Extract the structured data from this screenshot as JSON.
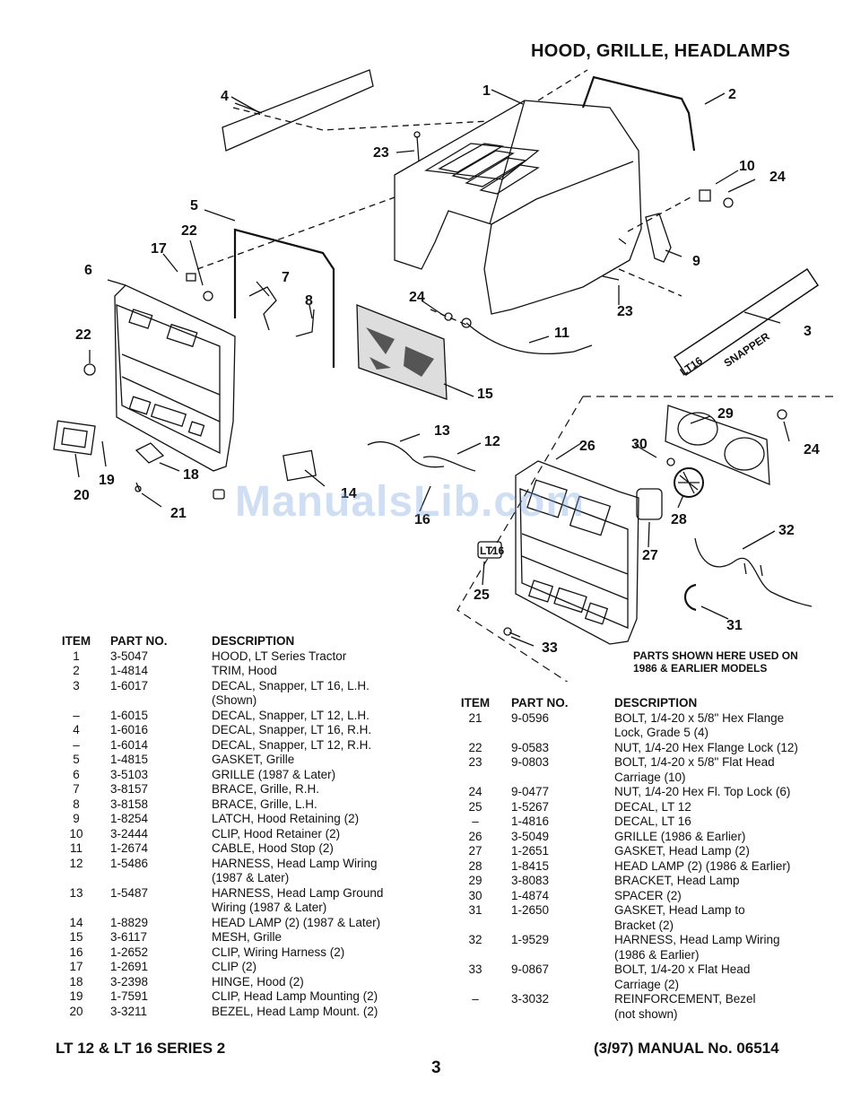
{
  "page": {
    "title": "HOOD, GRILLE, HEADLAMPS",
    "footer_left": "LT 12 & LT 16 SERIES 2",
    "footer_right": "(3/97) MANUAL No. 06514",
    "page_number": "3",
    "watermark": "ManualsLib.com"
  },
  "diagram": {
    "callouts": [
      "1",
      "2",
      "3",
      "4",
      "5",
      "6",
      "7",
      "8",
      "9",
      "10",
      "11",
      "12",
      "13",
      "14",
      "15",
      "16",
      "17",
      "18",
      "19",
      "20",
      "21",
      "22",
      "22",
      "23",
      "23",
      "24",
      "24",
      "24",
      "25",
      "26",
      "27",
      "28",
      "29",
      "30",
      "31",
      "32",
      "33"
    ],
    "decal_text": "SNAPPER",
    "decal_model": "LT16",
    "tag_text": "LT16",
    "note": "PARTS SHOWN HERE USED ON\n1986 & EARLIER MODELS"
  },
  "table_left": {
    "headers": {
      "item": "ITEM",
      "part": "PART NO.",
      "desc": "DESCRIPTION"
    },
    "rows": [
      {
        "item": "1",
        "part": "3-5047",
        "desc": "HOOD, LT Series Tractor"
      },
      {
        "item": "2",
        "part": "1-4814",
        "desc": "TRIM, Hood"
      },
      {
        "item": "3",
        "part": "1-6017",
        "desc": "DECAL, Snapper, LT 16, L.H."
      },
      {
        "item": "",
        "part": "",
        "desc": "(Shown)"
      },
      {
        "item": "–",
        "part": "1-6015",
        "desc": "DECAL, Snapper, LT 12, L.H."
      },
      {
        "item": "4",
        "part": "1-6016",
        "desc": "DECAL, Snapper, LT 16, R.H."
      },
      {
        "item": "–",
        "part": "1-6014",
        "desc": "DECAL, Snapper, LT 12, R.H."
      },
      {
        "item": "5",
        "part": "1-4815",
        "desc": "GASKET, Grille"
      },
      {
        "item": "6",
        "part": "3-5103",
        "desc": "GRILLE (1987 & Later)"
      },
      {
        "item": "7",
        "part": "3-8157",
        "desc": "BRACE, Grille, R.H."
      },
      {
        "item": "8",
        "part": "3-8158",
        "desc": "BRACE, Grille, L.H."
      },
      {
        "item": "9",
        "part": "1-8254",
        "desc": "LATCH, Hood Retaining (2)"
      },
      {
        "item": "10",
        "part": "3-2444",
        "desc": "CLIP, Hood Retainer (2)"
      },
      {
        "item": "11",
        "part": "1-2674",
        "desc": "CABLE, Hood Stop (2)"
      },
      {
        "item": "12",
        "part": "1-5486",
        "desc": "HARNESS, Head Lamp Wiring"
      },
      {
        "item": "",
        "part": "",
        "desc": "(1987 & Later)"
      },
      {
        "item": "13",
        "part": "1-5487",
        "desc": "HARNESS, Head Lamp Ground"
      },
      {
        "item": "",
        "part": "",
        "desc": "Wiring (1987 & Later)"
      },
      {
        "item": "14",
        "part": "1-8829",
        "desc": "HEAD LAMP (2) (1987 & Later)"
      },
      {
        "item": "15",
        "part": "3-6117",
        "desc": "MESH, Grille"
      },
      {
        "item": "16",
        "part": "1-2652",
        "desc": "CLIP, Wiring Harness (2)"
      },
      {
        "item": "17",
        "part": "1-2691",
        "desc": "CLIP (2)"
      },
      {
        "item": "18",
        "part": "3-2398",
        "desc": "HINGE, Hood (2)"
      },
      {
        "item": "19",
        "part": "1-7591",
        "desc": "CLIP, Head Lamp Mounting (2)"
      },
      {
        "item": "20",
        "part": "3-3211",
        "desc": "BEZEL, Head Lamp Mount. (2)"
      }
    ]
  },
  "table_right": {
    "headers": {
      "item": "ITEM",
      "part": "PART NO.",
      "desc": "DESCRIPTION"
    },
    "rows": [
      {
        "item": "21",
        "part": "9-0596",
        "desc": "BOLT, 1/4-20 x 5/8\" Hex Flange"
      },
      {
        "item": "",
        "part": "",
        "desc": "Lock, Grade 5 (4)"
      },
      {
        "item": "22",
        "part": "9-0583",
        "desc": "NUT, 1/4-20 Hex Flange Lock (12)"
      },
      {
        "item": "23",
        "part": "9-0803",
        "desc": "BOLT, 1/4-20 x 5/8\" Flat Head"
      },
      {
        "item": "",
        "part": "",
        "desc": "Carriage (10)"
      },
      {
        "item": "24",
        "part": "9-0477",
        "desc": "NUT, 1/4-20 Hex Fl. Top Lock (6)"
      },
      {
        "item": "25",
        "part": "1-5267",
        "desc": "DECAL, LT 12"
      },
      {
        "item": "–",
        "part": "1-4816",
        "desc": "DECAL, LT 16"
      },
      {
        "item": "26",
        "part": "3-5049",
        "desc": "GRILLE (1986 & Earlier)"
      },
      {
        "item": "27",
        "part": "1-2651",
        "desc": "GASKET, Head Lamp (2)"
      },
      {
        "item": "28",
        "part": "1-8415",
        "desc": "HEAD LAMP (2) (1986 & Earlier)"
      },
      {
        "item": "29",
        "part": "3-8083",
        "desc": "BRACKET, Head Lamp"
      },
      {
        "item": "30",
        "part": "1-4874",
        "desc": "SPACER (2)"
      },
      {
        "item": "31",
        "part": "1-2650",
        "desc": "GASKET, Head Lamp to"
      },
      {
        "item": "",
        "part": "",
        "desc": "Bracket (2)"
      },
      {
        "item": "32",
        "part": "1-9529",
        "desc": "HARNESS, Head Lamp Wiring"
      },
      {
        "item": "",
        "part": "",
        "desc": "(1986 & Earlier)"
      },
      {
        "item": "33",
        "part": "9-0867",
        "desc": "BOLT, 1/4-20 x Flat Head"
      },
      {
        "item": "",
        "part": "",
        "desc": "Carriage (2)"
      },
      {
        "item": "–",
        "part": "3-3032",
        "desc": "REINFORCEMENT, Bezel"
      },
      {
        "item": "",
        "part": "",
        "desc": "(not shown)"
      }
    ]
  }
}
